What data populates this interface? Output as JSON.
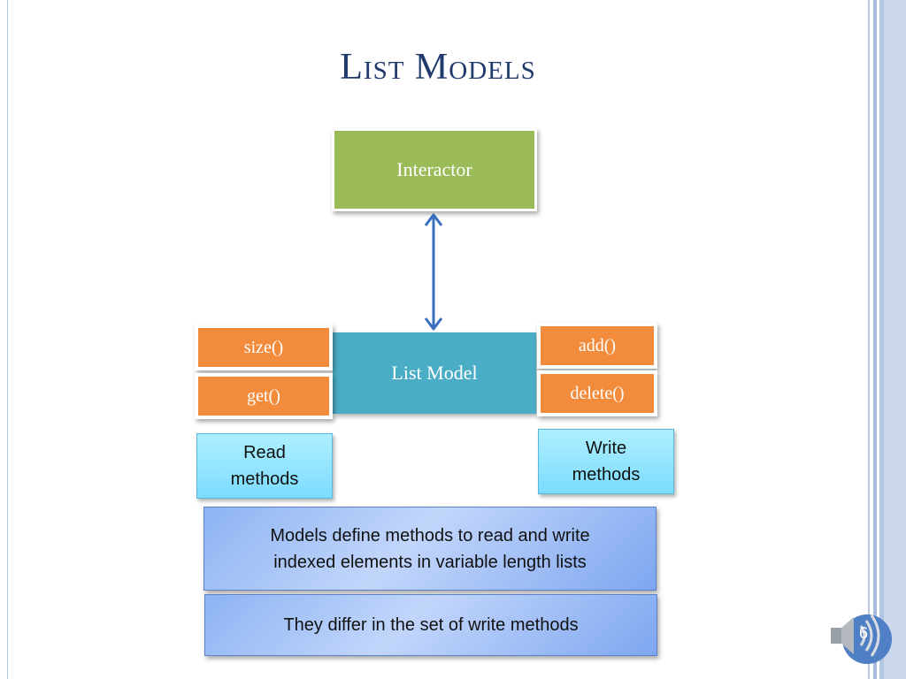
{
  "slide": {
    "title": "List Models",
    "slide_number": "6"
  },
  "diagram": {
    "interactor": "Interactor",
    "list_model": "List Model",
    "read_methods": [
      "size()",
      "get()"
    ],
    "write_methods": [
      "add()",
      "delete()"
    ],
    "read_note": "Read\nmethods",
    "write_note": "Write\nmethods",
    "summary_1": "Models define methods to read and write\nindexed elements in variable length lists",
    "summary_2": "They differ in the set of write  methods"
  },
  "colors": {
    "title": "#1f3a6b",
    "interactor": "#9bbb59",
    "list_model": "#4bacc6",
    "method": "#f38b3c",
    "note": "#7cdcff",
    "banner": "#8db3f3",
    "arrow": "#3a6fc0"
  },
  "icons": {
    "speaker": "speaker-icon"
  }
}
